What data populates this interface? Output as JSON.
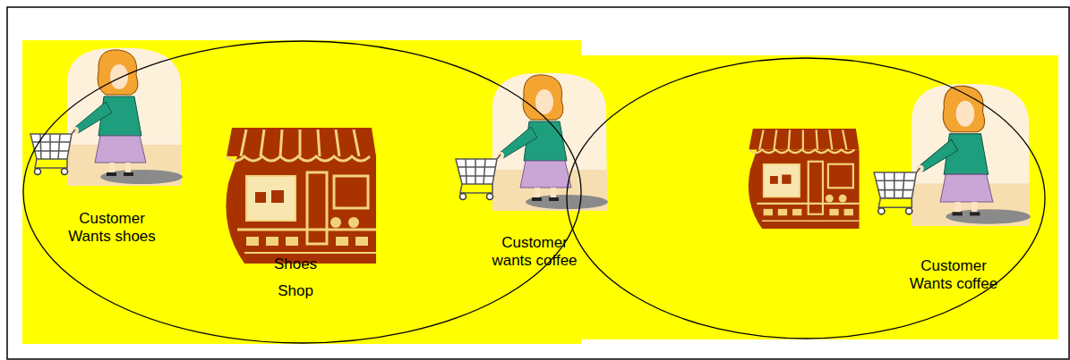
{
  "diagram": {
    "nodes": [
      {
        "text": [
          "Customer Wants shoes",
          "Shoes Shop",
          "Customer wants coffee"
        ]
      },
      {
        "text": [
          "Customer Wants coffee"
        ]
      }
    ]
  }
}
